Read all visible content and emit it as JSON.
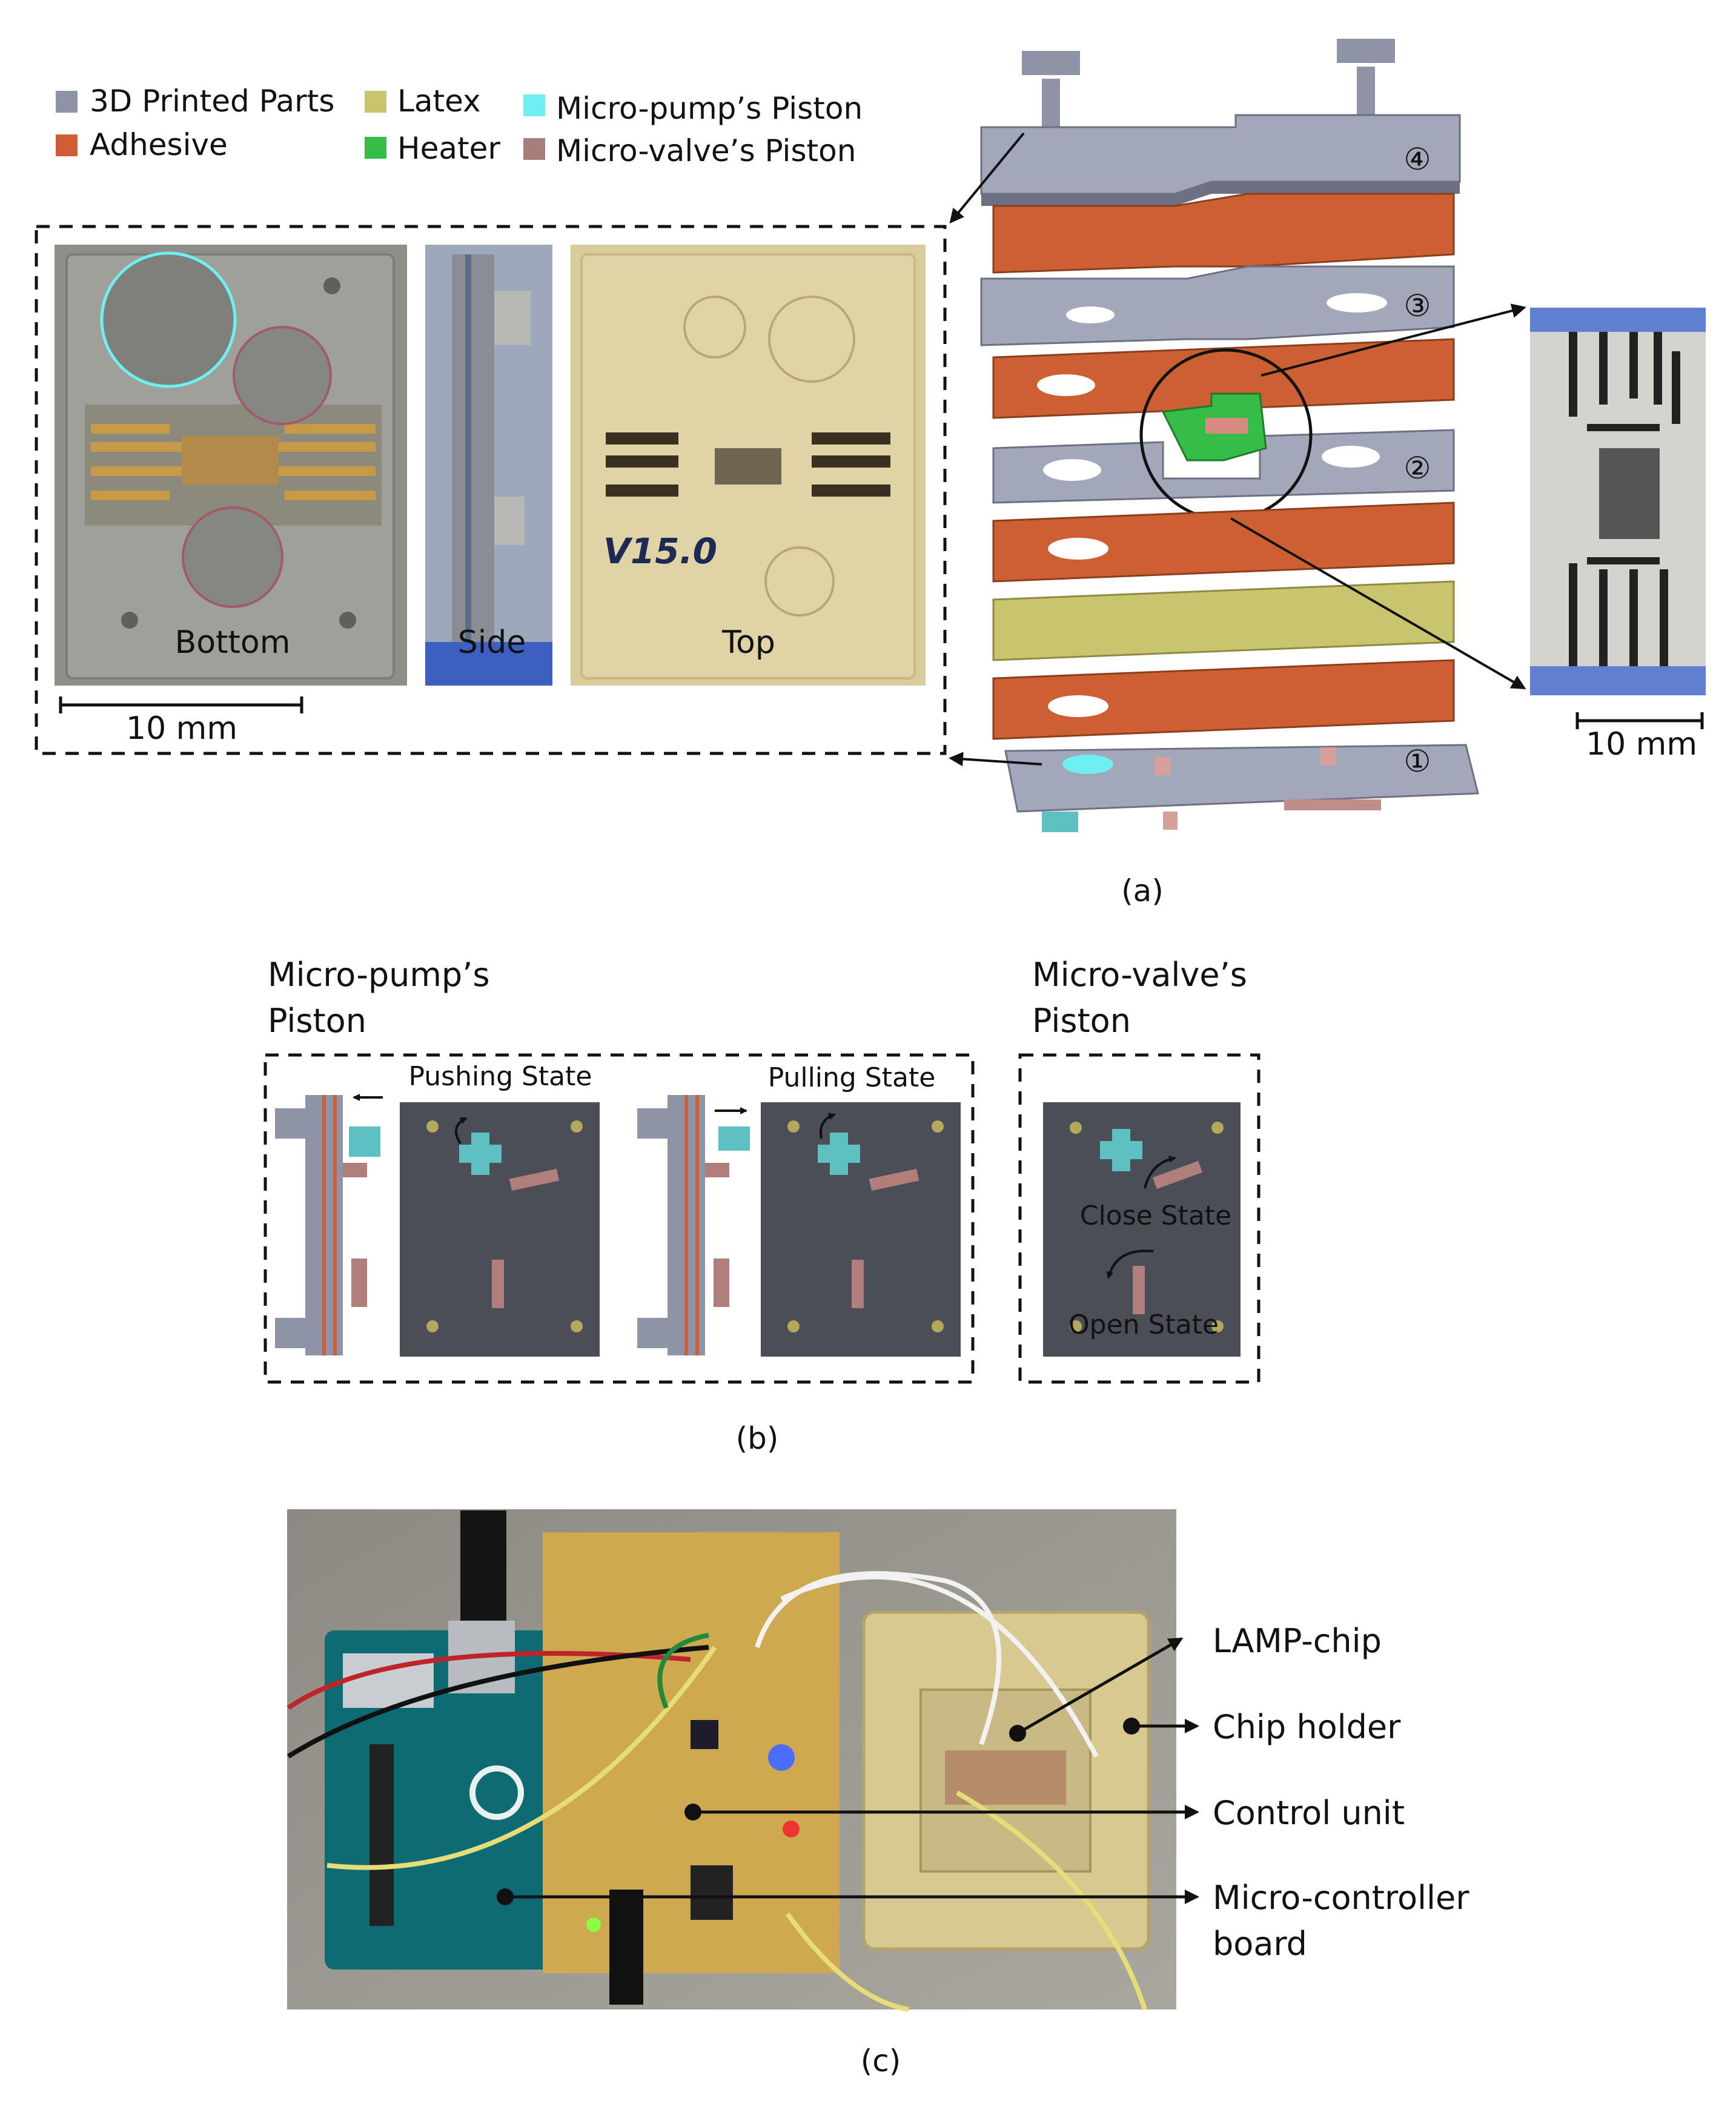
{
  "legend": {
    "items": [
      {
        "label": "3D Printed Parts",
        "color": "#8e93a6"
      },
      {
        "label": "Latex",
        "color": "#c9c46e"
      },
      {
        "label": "Micro-pump’s Piston",
        "color": "#6ff0f0"
      },
      {
        "label": "Adhesive",
        "color": "#cc6033"
      },
      {
        "label": "Heater",
        "color": "#35bd48"
      },
      {
        "label": "Micro-valve’s Piston",
        "color": "#a87e7a"
      }
    ]
  },
  "panel_a": {
    "photo_labels": {
      "bottom": "Bottom",
      "side": "Side",
      "top": "Top"
    },
    "chip_handwriting": "V15.0",
    "scale_left": "10 mm",
    "scale_right": "10 mm",
    "layer_numbers": [
      "①",
      "②",
      "③",
      "④"
    ],
    "caption": "(a)"
  },
  "panel_b": {
    "pump_title_line1": "Micro-pump’s",
    "pump_title_line2": "Piston",
    "valve_title_line1": "Micro-valve’s",
    "valve_title_line2": "Piston",
    "pushing_state": "Pushing State",
    "pulling_state": "Pulling State",
    "close_state": "Close State",
    "open_state": "Open State",
    "caption": "(b)"
  },
  "panel_c": {
    "callouts": [
      "LAMP-chip",
      "Chip holder",
      "Control unit",
      "Micro-controller",
      "board"
    ],
    "caption": "(c)"
  },
  "colors": {
    "printed": "#8e93a6",
    "adhesive": "#cc6033",
    "latex": "#c9c46e",
    "heater": "#35bd48",
    "pump_piston": "#6ff0f0",
    "valve_piston": "#a87e7a",
    "render_bg": "#4b4d57"
  }
}
